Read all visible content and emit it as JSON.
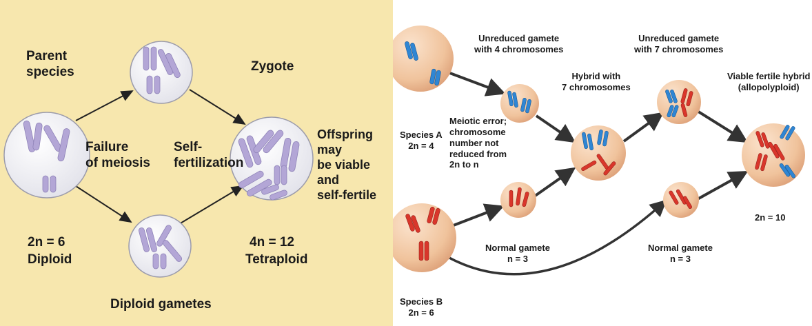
{
  "left_panel": {
    "parent_species": "Parent\nspecies",
    "parent_ploidy_line1": "2n = 6",
    "parent_ploidy_line2": "Diploid",
    "failure_of_meiosis": "Failure\nof meiosis",
    "self_fertilization": "Self-\nfertilization",
    "zygote": "Zygote",
    "zygote_ploidy_line1": "4n = 12",
    "zygote_ploidy_line2": "Tetraploid",
    "offspring_note": "Offspring may\nbe viable and\nself-fertile",
    "diploid_gametes": "Diploid gametes"
  },
  "right_panel": {
    "unreduced_gamete_1": "Unreduced gamete\nwith 4 chromosomes",
    "hybrid": "Hybrid with\n7 chromosomes",
    "unreduced_gamete_2": "Unreduced gamete\nwith 7 chromosomes",
    "viable_hybrid": "Viable fertile hybrid\n(allopolyploid)",
    "species_a": "Species A\n2n = 4",
    "meiotic_error": "Meiotic error;\nchromosome\nnumber not\nreduced from\n2n to n",
    "normal_gamete_1": "Normal gamete\nn = 3",
    "normal_gamete_2": "Normal gamete\nn = 3",
    "species_b": "Species B\n2n = 6",
    "hybrid_ploidy": "2n = 10"
  },
  "colors": {
    "left_background": "#f7e7ae",
    "left_cell_fill": "#eeeef3",
    "left_chromosome": "#b3a6d6",
    "right_cell_fill": "#f0c39c",
    "species_a_blue": "#2f86d4",
    "species_b_red": "#d9362b"
  }
}
